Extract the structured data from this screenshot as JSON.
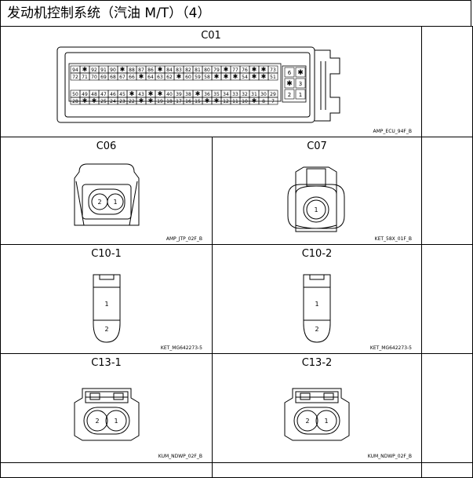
{
  "title": "发动机控制系统（汽油 M/T）（4）",
  "connectors": {
    "c01": {
      "name": "C01",
      "code": "AMP_ECU_94F_B",
      "row1": [
        "94",
        "✱",
        "92",
        "91",
        "90",
        "✱",
        "88",
        "87",
        "86",
        "✱",
        "84",
        "83",
        "82",
        "81",
        "80",
        "79",
        "✱",
        "77",
        "76",
        "✱",
        "✱",
        "73"
      ],
      "row2": [
        "72",
        "71",
        "70",
        "69",
        "68",
        "67",
        "66",
        "✱",
        "64",
        "63",
        "62",
        "✱",
        "60",
        "59",
        "58",
        "✱",
        "✱",
        "✱",
        "54",
        "✱",
        "✱",
        "51"
      ],
      "row3": [
        "50",
        "49",
        "48",
        "47",
        "46",
        "45",
        "✱",
        "43",
        "✱",
        "✱",
        "40",
        "39",
        "38",
        "✱",
        "36",
        "35",
        "34",
        "33",
        "32",
        "31",
        "30",
        "29"
      ],
      "row4": [
        "28",
        "✱",
        "✱",
        "25",
        "24",
        "23",
        "22",
        "✱",
        "✱",
        "19",
        "18",
        "17",
        "16",
        "15",
        "✱",
        "✱",
        "12",
        "11",
        "10",
        "✱",
        "8",
        "7"
      ],
      "side": [
        "6",
        "✱",
        "✱",
        "3",
        "2",
        "1"
      ]
    },
    "c06": {
      "name": "C06",
      "code": "AMP_JTP_02F_B",
      "pins": [
        "2",
        "1"
      ]
    },
    "c07": {
      "name": "C07",
      "code": "KET_58X_01F_B",
      "pins": [
        "1"
      ]
    },
    "c10_1": {
      "name": "C10-1",
      "code": "KET_MG642273-5",
      "pins": [
        "1",
        "2"
      ]
    },
    "c10_2": {
      "name": "C10-2",
      "code": "KET_MG642273-5",
      "pins": [
        "1",
        "2"
      ]
    },
    "c13_1": {
      "name": "C13-1",
      "code": "KUM_NDWP_02F_B",
      "pins": [
        "2",
        "1"
      ]
    },
    "c13_2": {
      "name": "C13-2",
      "code": "KUM_NDWP_02F_B",
      "pins": [
        "2",
        "1"
      ]
    }
  }
}
